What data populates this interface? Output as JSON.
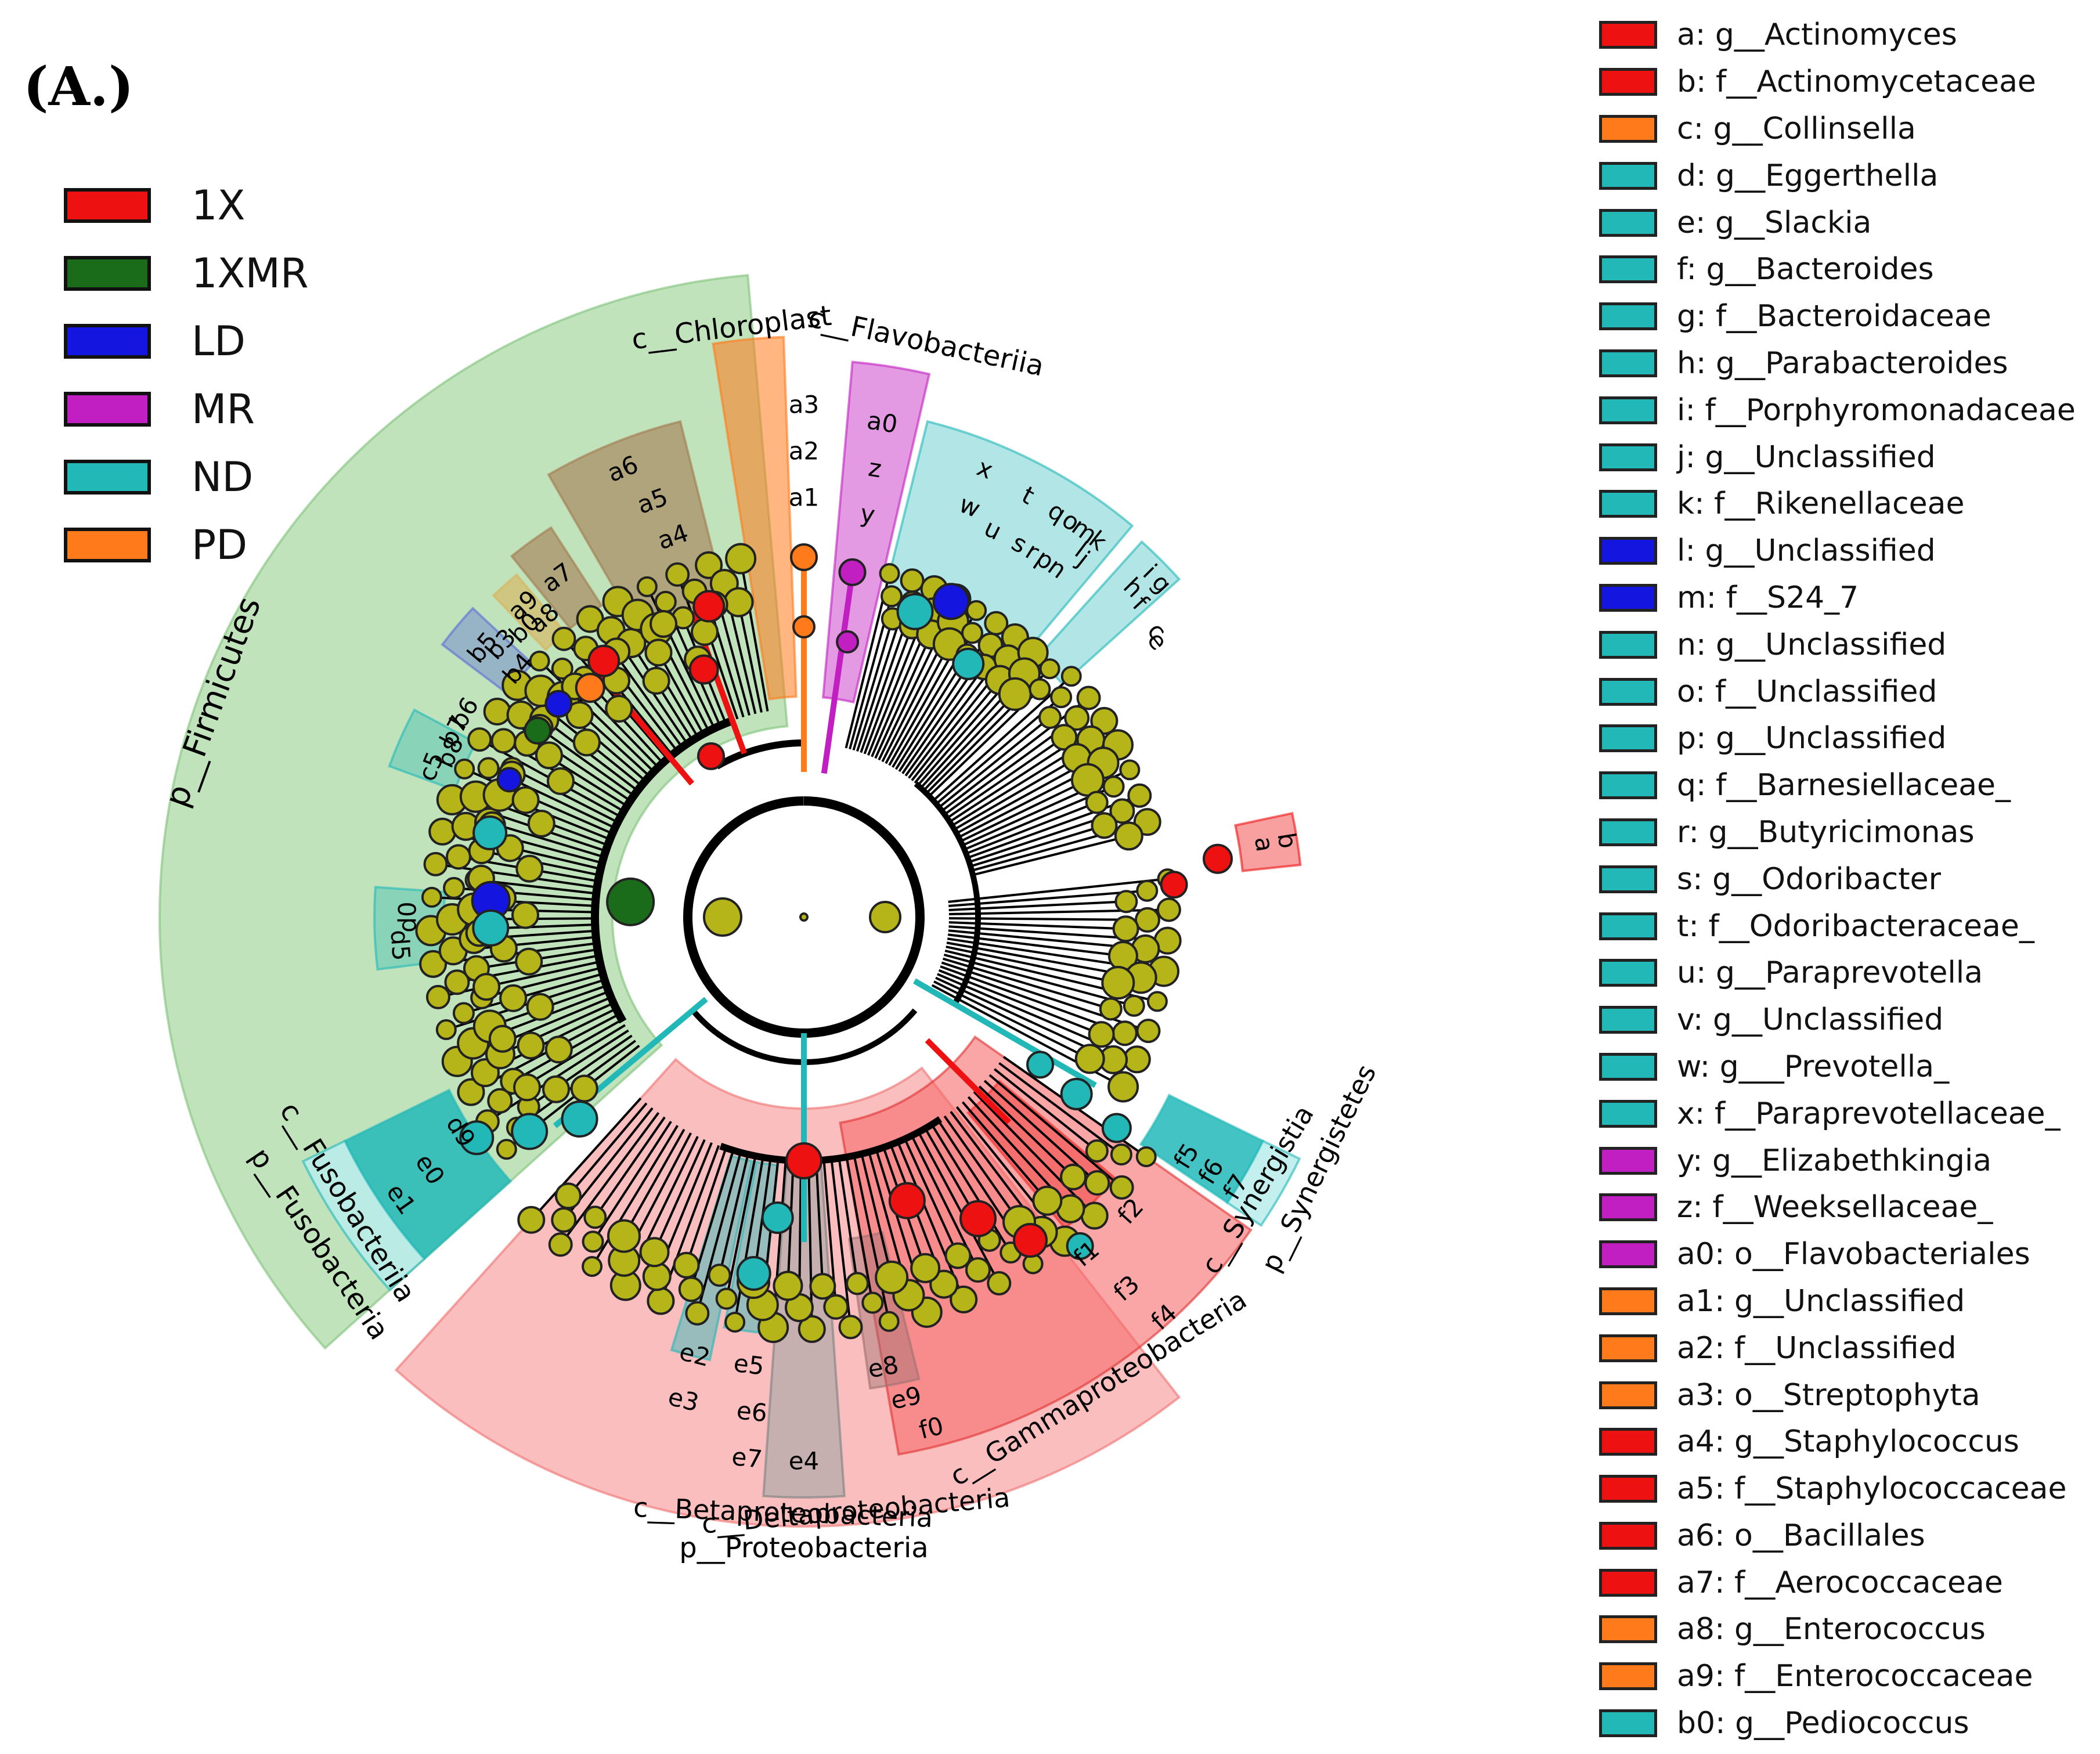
{
  "panel_label": "(A.)",
  "colors": {
    "1X": "#ee1111",
    "1XMR": "#1a6b1a",
    "LD": "#1515e0",
    "MR": "#c21fc2",
    "ND": "#22b8b8",
    "PD": "#ff7a1a",
    "node_default": "#b5b51a",
    "firmicutes_sector": "#b9e0b4",
    "proteobacteria_sector": "#f9b3b3"
  },
  "group_legend": [
    {
      "label": "1X",
      "color": "#ee1111"
    },
    {
      "label": "1XMR",
      "color": "#1a6b1a"
    },
    {
      "label": "LD",
      "color": "#1515e0"
    },
    {
      "label": "MR",
      "color": "#c21fc2"
    },
    {
      "label": "ND",
      "color": "#22b8b8"
    },
    {
      "label": "PD",
      "color": "#ff7a1a"
    }
  ],
  "taxa_legend": [
    {
      "label": "a: g__Actinomyces",
      "color": "#ee1111"
    },
    {
      "label": "b: f__Actinomycetaceae",
      "color": "#ee1111"
    },
    {
      "label": "c: g__Collinsella",
      "color": "#ff7a1a"
    },
    {
      "label": "d: g__Eggerthella",
      "color": "#22b8b8"
    },
    {
      "label": "e: g__Slackia",
      "color": "#22b8b8"
    },
    {
      "label": "f: g__Bacteroides",
      "color": "#22b8b8"
    },
    {
      "label": "g: f__Bacteroidaceae",
      "color": "#22b8b8"
    },
    {
      "label": "h: g__Parabacteroides",
      "color": "#22b8b8"
    },
    {
      "label": "i: f__Porphyromonadaceae",
      "color": "#22b8b8"
    },
    {
      "label": "j: g__Unclassified",
      "color": "#22b8b8"
    },
    {
      "label": "k: f__Rikenellaceae",
      "color": "#22b8b8"
    },
    {
      "label": "l: g__Unclassified",
      "color": "#1515e0"
    },
    {
      "label": "m: f__S24_7",
      "color": "#1515e0"
    },
    {
      "label": "n: g__Unclassified",
      "color": "#22b8b8"
    },
    {
      "label": "o: f__Unclassified",
      "color": "#22b8b8"
    },
    {
      "label": "p: g__Unclassified",
      "color": "#22b8b8"
    },
    {
      "label": "q: f__Barnesiellaceae_",
      "color": "#22b8b8"
    },
    {
      "label": "r: g__Butyricimonas",
      "color": "#22b8b8"
    },
    {
      "label": "s: g__Odoribacter",
      "color": "#22b8b8"
    },
    {
      "label": "t: f__Odoribacteraceae_",
      "color": "#22b8b8"
    },
    {
      "label": "u: g__Paraprevotella",
      "color": "#22b8b8"
    },
    {
      "label": "v: g__Unclassified",
      "color": "#22b8b8"
    },
    {
      "label": "w: g___Prevotella_",
      "color": "#22b8b8"
    },
    {
      "label": "x: f__Paraprevotellaceae_",
      "color": "#22b8b8"
    },
    {
      "label": "y: g__Elizabethkingia",
      "color": "#c21fc2"
    },
    {
      "label": "z: f__Weeksellaceae_",
      "color": "#c21fc2"
    },
    {
      "label": "a0: o__Flavobacteriales",
      "color": "#c21fc2"
    },
    {
      "label": "a1: g__Unclassified",
      "color": "#ff7a1a"
    },
    {
      "label": "a2: f__Unclassified",
      "color": "#ff7a1a"
    },
    {
      "label": "a3: o__Streptophyta",
      "color": "#ff7a1a"
    },
    {
      "label": "a4: g__Staphylococcus",
      "color": "#ee1111"
    },
    {
      "label": "a5: f__Staphylococcaceae",
      "color": "#ee1111"
    },
    {
      "label": "a6: o__Bacillales",
      "color": "#ee1111"
    },
    {
      "label": "a7: f__Aerococcaceae",
      "color": "#ee1111"
    },
    {
      "label": "a8: g__Enterococcus",
      "color": "#ff7a1a"
    },
    {
      "label": "a9: f__Enterococcaceae",
      "color": "#ff7a1a"
    },
    {
      "label": "b0: g__Pediococcus",
      "color": "#22b8b8"
    }
  ],
  "clade_labels": {
    "firmicutes": "p__Firmicutes",
    "chloroplast": "c__Chloroplast",
    "flavobacteriia": "c__Flavobacteriia",
    "fusobacteria_p": "p__Fusobacteria",
    "fusobacteria_c": "c__Fusobacteriia",
    "proteobacteria": "p__Proteobacteria",
    "betaproteo": "c__Betaproteobacteria",
    "deltaproteo": "c__Deltaproteobacteria",
    "gammaproteo": "c__Gammaproteobacteria",
    "synergistetes": "p__Synergistetes",
    "synergistia": "c__Synergistia"
  },
  "sector_letters": {
    "a6": "a6",
    "a5": "a5",
    "a4": "a4",
    "a7": "a7",
    "a9": "a9",
    "a8": "a8",
    "b5": "b5",
    "b3": "b3",
    "b0": "b0",
    "b4": "b4",
    "b6": "b6",
    "b7": "b7",
    "b8": "b8",
    "c5": "c5",
    "d0": "d0",
    "d5": "d5",
    "d9": "d9",
    "e0": "e0",
    "e1": "e1",
    "a3": "a3",
    "a2": "a2",
    "a1": "a1",
    "a0": "a0",
    "z": "z",
    "y": "y",
    "x": "x",
    "t": "t",
    "w": "w",
    "u": "u",
    "s": "s",
    "r": "r",
    "p": "p",
    "n": "n",
    "q": "q",
    "o": "o",
    "m": "m",
    "k": "k",
    "j": "j",
    "l": "l",
    "i": "i",
    "g": "g",
    "h": "h",
    "f": "f",
    "c": "c",
    "e": "e",
    "a": "a",
    "b": "b",
    "f5": "f5",
    "f6": "f6",
    "f7": "f7",
    "e2": "e2",
    "e3": "e3",
    "e4": "e4",
    "e5": "e5",
    "e6": "e6",
    "e7": "e7",
    "e8": "e8",
    "e9": "e9",
    "f0": "f0",
    "f1": "f1",
    "f2": "f2",
    "f3": "f3",
    "f4": "f4"
  }
}
